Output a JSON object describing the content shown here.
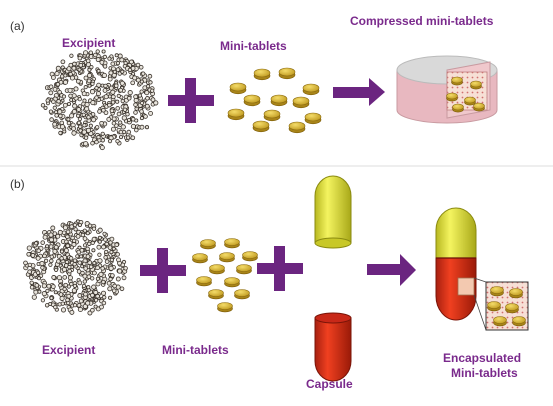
{
  "panel_a": {
    "letter": "(a)",
    "excipient_label": "Excipient",
    "minitablets_label": "Mini-tablets",
    "compressed_label": "Compressed mini-tablets"
  },
  "panel_b": {
    "letter": "(b)",
    "excipient_label": "Excipient",
    "minitablets_label": "Mini-tablets",
    "capsule_label": "Capsule",
    "encapsulated_label_line1": "Encapsulated",
    "encapsulated_label_line2": "Mini-tablets"
  },
  "colors": {
    "label_purple": "#7a2a8c",
    "operator_purple": "#6b2580",
    "tablet_yellow": "#d9b73a",
    "capsule_yellow": "#e6e630",
    "capsule_red": "#e03010",
    "tablet_disk_top": "#d9d9d9",
    "tablet_disk_side": "#e8b8c0"
  },
  "icons": [
    "excipient-particle-cloud-icon",
    "plus-icon",
    "arrow-right-icon",
    "mini-tablet-icon",
    "compressed-tablet-icon",
    "capsule-cap-icon",
    "capsule-body-icon",
    "filled-capsule-icon"
  ]
}
